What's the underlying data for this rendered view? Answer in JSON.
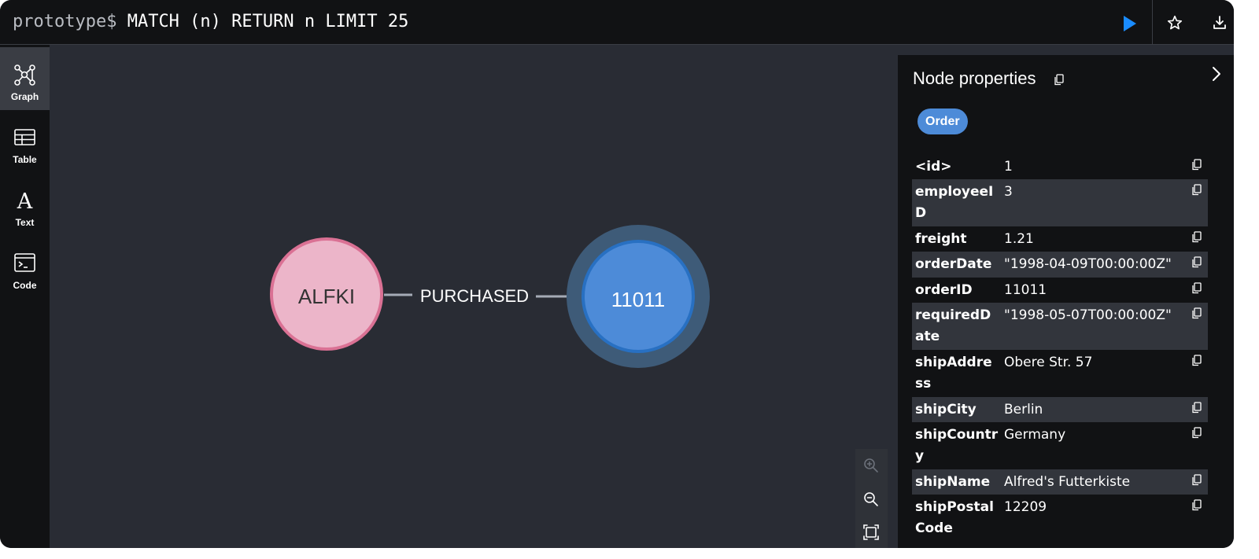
{
  "query": {
    "prompt": "prototype$",
    "text": "MATCH (n) RETURN n LIMIT 25"
  },
  "toolbar": {
    "run_icon": "play-icon",
    "favorite_icon": "star-icon",
    "download_icon": "download-icon"
  },
  "tabs": [
    {
      "label": "Graph",
      "icon": "graph-icon",
      "active": true
    },
    {
      "label": "Table",
      "icon": "table-icon",
      "active": false
    },
    {
      "label": "Text",
      "icon": "text-icon",
      "active": false
    },
    {
      "label": "Code",
      "icon": "code-icon",
      "active": false
    }
  ],
  "graph": {
    "nodes": [
      {
        "caption": "ALFKI",
        "color": "#ecb5c9",
        "border": "#da7194"
      },
      {
        "caption": "11011",
        "color": "#4d8bd8",
        "border": "#2870c2",
        "selected": true
      }
    ],
    "relationship": {
      "type": "PURCHASED"
    }
  },
  "panel": {
    "title": "Node properties",
    "label": "Order",
    "properties": [
      {
        "key": "<id>",
        "value": "1"
      },
      {
        "key": "employeeID",
        "value": "3"
      },
      {
        "key": "freight",
        "value": "1.21"
      },
      {
        "key": "orderDate",
        "value": "\"1998-04-09T00:00:00Z\""
      },
      {
        "key": "orderID",
        "value": "11011"
      },
      {
        "key": "requiredDate",
        "value": "\"1998-05-07T00:00:00Z\""
      },
      {
        "key": "shipAddress",
        "value": "Obere Str. 57"
      },
      {
        "key": "shipCity",
        "value": "Berlin"
      },
      {
        "key": "shipCountry",
        "value": "Germany"
      },
      {
        "key": "shipName",
        "value": "Alfred's Futterkiste"
      },
      {
        "key": "shipPostalCode",
        "value": "12209"
      }
    ]
  },
  "colors": {
    "background": "#292c34",
    "bar": "#111214",
    "accent": "#4d8bd8",
    "run": "#1a8cff"
  }
}
